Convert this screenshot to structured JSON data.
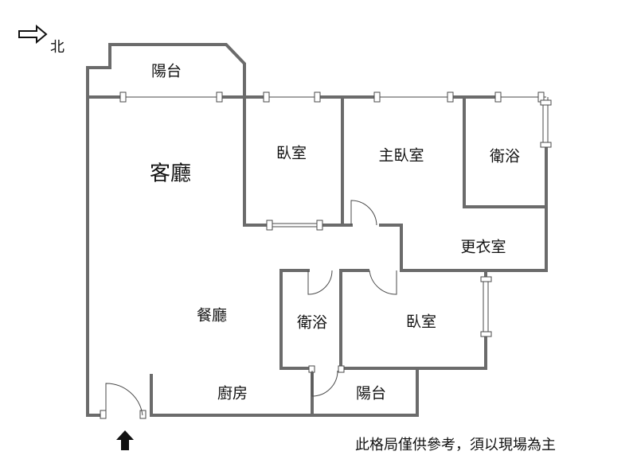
{
  "compass": {
    "direction_label": "北"
  },
  "rooms": {
    "balcony_north": "陽台",
    "living_room": "客廳",
    "bedroom_1": "臥室",
    "master_bedroom": "主臥室",
    "bathroom_1": "衛浴",
    "walk_in_closet": "更衣室",
    "dining_room": "餐廳",
    "bathroom_2": "衛浴",
    "bedroom_2": "臥室",
    "kitchen": "廚房",
    "balcony_south": "陽台"
  },
  "disclaimer": "此格局僅供參考，須以現場為主",
  "colors": {
    "wall": "#6b6b6b",
    "line": "#4a4a4a",
    "text": "#111111"
  },
  "icons": {
    "north_arrow": "arrow-right-outline-icon",
    "entrance_arrow": "arrow-up-solid-icon"
  }
}
